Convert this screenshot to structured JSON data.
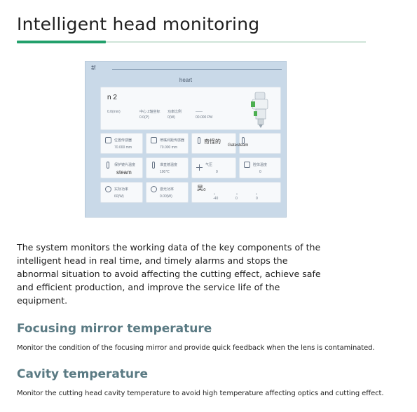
{
  "title": "Intelligent head monitoring",
  "screen": {
    "corner_label": "新",
    "heading": "heart",
    "main": {
      "label": "n 2",
      "cols": [
        {
          "top": "",
          "bottom": "0.0(mm)"
        },
        {
          "top": "中心 Z轴坐标",
          "bottom": "0.0(P)"
        },
        {
          "top": "功率比例",
          "bottom": "0(W)"
        },
        {
          "top": "——",
          "bottom": "00.000 PM"
        }
      ]
    },
    "tiles": [
      {
        "line1": "位置传感器",
        "line2": "70.000 mm",
        "big": ""
      },
      {
        "line1": "喷嘴间距传感器",
        "line2": "70.000 mm",
        "big": ""
      },
      {
        "line1": "",
        "line2": "",
        "big": "奇怪的"
      },
      {
        "line1": "",
        "line2": "",
        "big": "Gatesteam"
      },
      {
        "line1": "保护镜片温度",
        "line2": "",
        "big": "steam"
      },
      {
        "line1": "准直镜温度",
        "line2": "100℃",
        "big": ""
      },
      {
        "line1": "气压",
        "line2": "0",
        "big": ""
      },
      {
        "line1": "腔体温度",
        "line2": "0",
        "big": ""
      },
      {
        "line1": "实际功率",
        "line2": "60(W)",
        "big": ""
      },
      {
        "line1": "激光功率",
        "line2": "0.00(W)",
        "big": ""
      },
      {
        "line1": "",
        "line2": "",
        "big": "吴₀"
      }
    ],
    "gauges": [
      "-40",
      "0",
      "0"
    ]
  },
  "body_text": "The system monitors the working data of the key components of the intelligent head in real time, and timely alarms and stops the abnormal situation to avoid affecting the cutting effect, achieve safe and efficient production, and improve the service life of the equipment.",
  "sections": [
    {
      "title": "Focusing mirror temperature",
      "desc": "Monitor the condition of the focusing mirror and provide quick feedback when the lens is contaminated."
    },
    {
      "title": "Cavity temperature",
      "desc": "Monitor the cutting head cavity temperature to avoid high temperature affecting optics and cutting effect."
    }
  ],
  "colors": {
    "accent": "#22a06b",
    "panel_bg": "#c9d9e8",
    "section_title": "#5a7a83"
  }
}
